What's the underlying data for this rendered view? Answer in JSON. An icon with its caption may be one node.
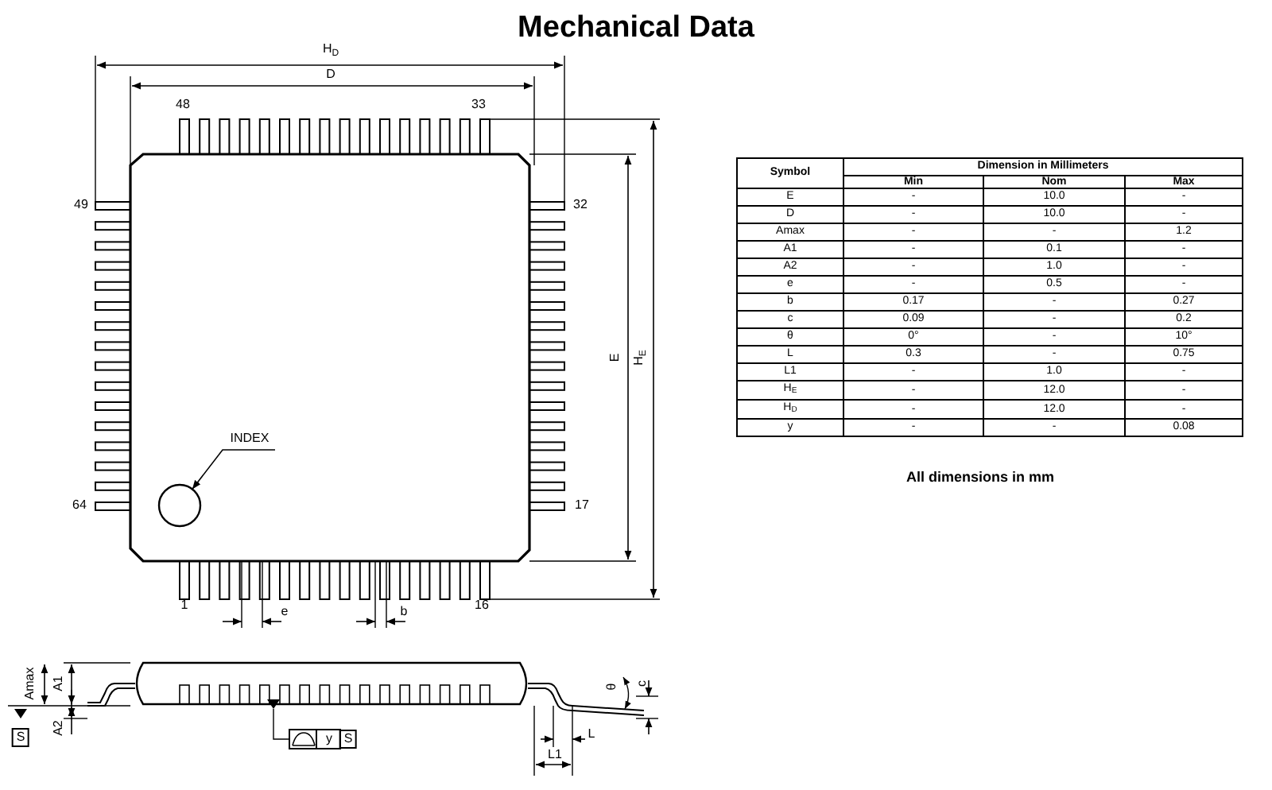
{
  "diagram": {
    "title": "Mechanical Data",
    "nodes": [
      {
        "text": [
          "INDEX"
        ]
      },
      {
        "text": [],
        "shape": "circle"
      }
    ],
    "edges": [
      {
        "from": 0,
        "to": 1,
        "arrow": "to"
      }
    ],
    "labels": [
      "H$_{D}$",
      "D",
      "48",
      "33",
      "49",
      "32",
      "E",
      "H$_{E}$",
      "64",
      "17",
      "1",
      "e",
      "16",
      "b",
      "Amax",
      "A1",
      "A2",
      "S",
      "y",
      "S",
      "θ",
      "c",
      "L",
      "L1",
      "Symbol",
      "Dimension in Millimeters",
      "Min",
      "Nom",
      "Max",
      "E",
      "-",
      "10.0",
      "-",
      "D",
      "-",
      "10.0",
      "-",
      "Amax",
      "-",
      "-",
      "1.2",
      "A1",
      "-",
      "0.1",
      "-",
      "A2",
      "-",
      "1.0",
      "-",
      "e",
      "-",
      "0.5",
      "-",
      "b",
      "0.17",
      "-",
      "0.27",
      "c",
      "0.09",
      "-",
      "0.2",
      "θ",
      "0°",
      "-",
      "10°",
      "L",
      "0.3",
      "-",
      "0.75",
      "L1",
      "-",
      "1.0",
      "-",
      "H$_{E}$",
      "-",
      "12.0",
      "-",
      "H$_{D}$",
      "-",
      "12.0",
      "-",
      "y",
      "-",
      "-",
      "0.08",
      "All dimensions in mm"
    ]
  }
}
